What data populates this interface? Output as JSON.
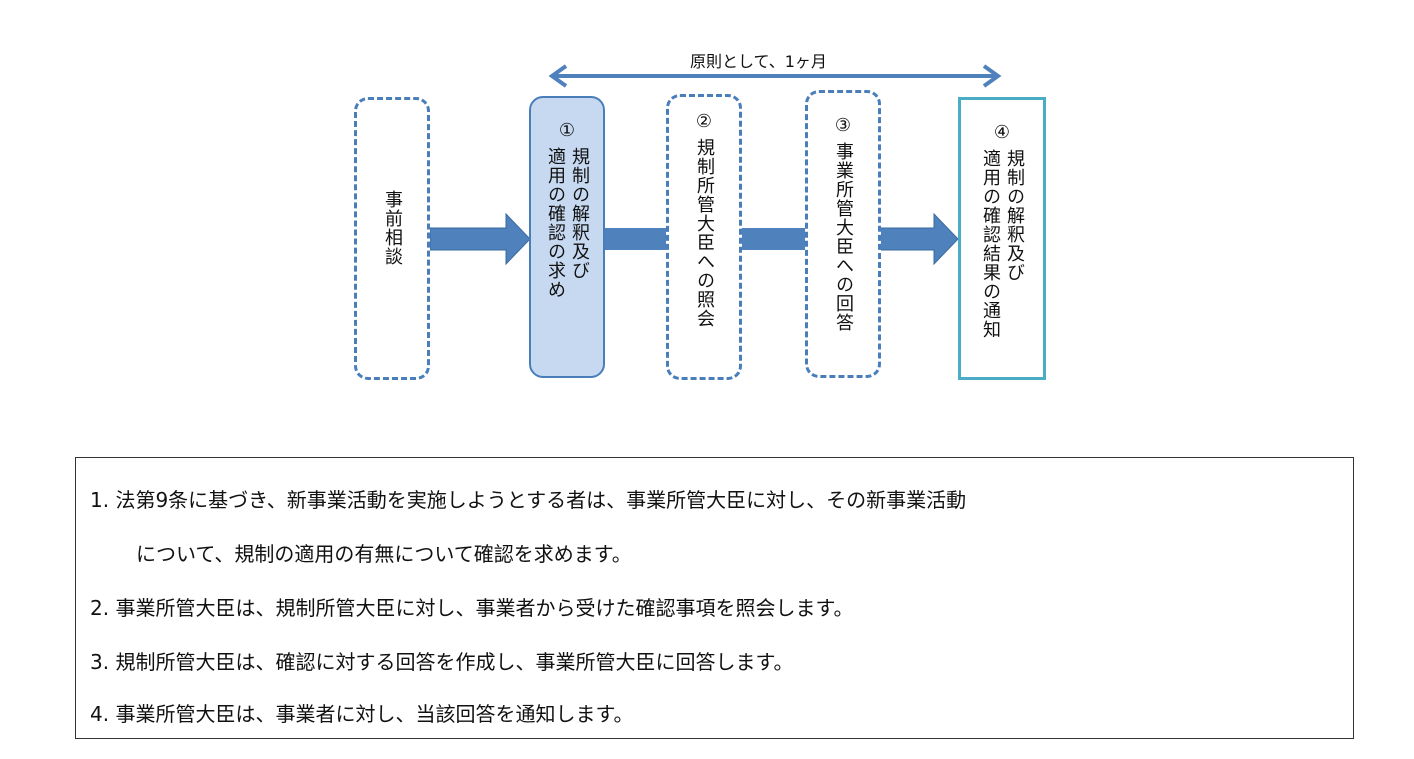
{
  "diagram": {
    "span_label": "原則として、1ヶ月",
    "colors": {
      "box_border": "#4a7ebb",
      "box_fill": "#c6d9f1",
      "final_border": "#4bacc6",
      "arrow": "#4f81bd"
    },
    "steps": [
      {
        "number": "",
        "lines": [
          "事前相談"
        ]
      },
      {
        "number": "①",
        "lines": [
          "規制の解釈及び",
          "適用の確認の求め"
        ]
      },
      {
        "number": "②",
        "lines": [
          "規制所管大臣への照会"
        ]
      },
      {
        "number": "③",
        "lines": [
          "事業所管大臣への回答"
        ]
      },
      {
        "number": "④",
        "lines": [
          "規制の解釈及び",
          "適用の確認結果の通知"
        ]
      }
    ]
  },
  "legend": {
    "items": [
      "1. 法第9条に基づき、新事業活動を実施しようとする者は、事業所管大臣に対し、その新事業活動",
      "について、規制の適用の有無について確認を求めます。",
      "2. 事業所管大臣は、規制所管大臣に対し、事業者から受けた確認事項を照会します。",
      "3. 規制所管大臣は、確認に対する回答を作成し、事業所管大臣に回答します。",
      "4. 事業所管大臣は、事業者に対し、当該回答を通知します。"
    ]
  }
}
